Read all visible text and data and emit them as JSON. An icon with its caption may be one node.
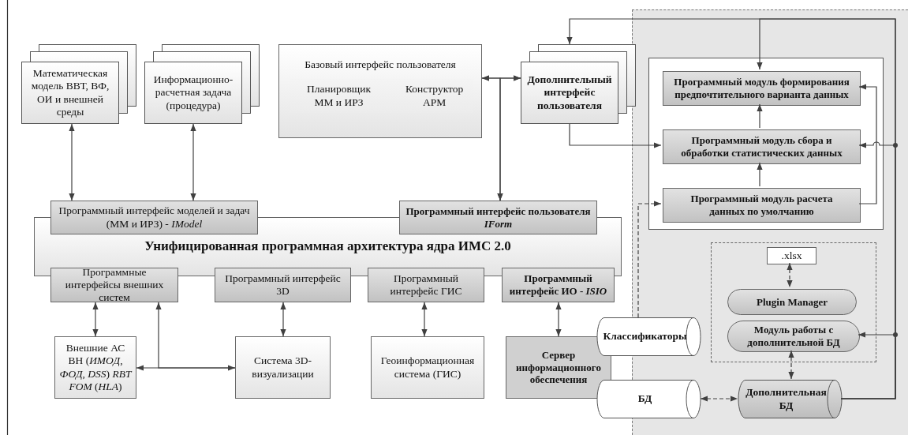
{
  "diagram": {
    "nodes": [
      {
        "text": [
          "Математическая модель ВВТ, ВФ, ОИ и внешней среды"
        ]
      },
      {
        "text": [
          "Информационно-расчетная задача (процедура)"
        ]
      },
      {
        "text": [
          "Базовый интерфейс пользователя",
          "Планировщик ММ и ИРЗ",
          "Конструктор АРМ"
        ]
      },
      {
        "text": [
          "Дополнительный интерфейс пользователя"
        ]
      },
      {
        "text": [],
        "shape": "box"
      },
      {
        "text": [],
        "shape": "box",
        "in": 4
      },
      {
        "text": [
          "Программный модуль формирования предпочтительного варианта данных"
        ],
        "in": 5
      },
      {
        "text": [
          "Программный модуль сбора и обработки статистических данных"
        ],
        "in": 5
      },
      {
        "text": [
          "Программный модуль расчета данных по умолчанию"
        ],
        "in": 5
      },
      {
        "text": [
          "Унифицированная программная архитектура ядра ИМС 2.0"
        ]
      },
      {
        "text": [
          "Программный интерфейс моделей и задач (ММ и ИРЗ) - *IModel*"
        ]
      },
      {
        "text": [
          "Программный интерфейс пользователя *IForm*"
        ]
      },
      {
        "text": [
          "Программные интерфейсы внешних систем"
        ]
      },
      {
        "text": [
          "Программный интерфейс 3D"
        ]
      },
      {
        "text": [
          "Программный интерфейс ГИС"
        ]
      },
      {
        "text": [
          "Программный интерфейс ИО - *ISIO*"
        ]
      },
      {
        "text": [
          "Внешние АС ВН (*ИМОД*, *ФОД*, *DSS*) *RBT FOM* (*HLA*)"
        ]
      },
      {
        "text": [
          "Система 3D-визуализации"
        ]
      },
      {
        "text": [
          "Геоинформационная система (ГИС)"
        ]
      },
      {
        "text": [
          "Сервер информационного обеспечения"
        ]
      },
      {
        "text": [
          "Классификаторы"
        ]
      },
      {
        "text": [
          "БД"
        ]
      },
      {
        "text": [],
        "shape": "box",
        "in": 4
      },
      {
        "text": [
          ".xlsx"
        ],
        "in": 22
      },
      {
        "text": [
          "Plugin Manager"
        ],
        "in": 22
      },
      {
        "text": [
          "Модуль работы с дополнительной БД"
        ],
        "in": 22
      },
      {
        "text": [
          "Дополнительная БД"
        ],
        "in": 4
      }
    ],
    "edges": [
      {
        "from": 0,
        "to": 10,
        "arrow": "both"
      },
      {
        "from": 1,
        "to": 10,
        "arrow": "both"
      },
      {
        "from": 2,
        "to": 3,
        "arrow": "both"
      },
      {
        "from": 2,
        "to": 11,
        "arrow": "both"
      },
      {
        "from": 3,
        "to": 11,
        "arrow": "both"
      },
      {
        "from": 3,
        "to": 7,
        "arrow": "to"
      },
      {
        "from": 26,
        "to": 3,
        "arrow": "to"
      },
      {
        "from": 26,
        "to": 6,
        "arrow": "to"
      },
      {
        "from": 26,
        "to": 7,
        "arrow": "to"
      },
      {
        "from": 26,
        "to": 25,
        "arrow": "to"
      },
      {
        "from": 7,
        "to": 6,
        "arrow": "to"
      },
      {
        "from": 8,
        "to": 7,
        "arrow": "to"
      },
      {
        "from": 8,
        "to": 6,
        "arrow": "to"
      },
      {
        "from": 20,
        "to": 8,
        "arrow": "to",
        "style": "dashed"
      },
      {
        "from": 12,
        "to": 16,
        "arrow": "both"
      },
      {
        "from": 16,
        "to": 17,
        "arrow": "both"
      },
      {
        "from": 17,
        "to": 12,
        "arrow": "to"
      },
      {
        "from": 13,
        "to": 17,
        "arrow": "both"
      },
      {
        "from": 14,
        "to": 18,
        "arrow": "both"
      },
      {
        "from": 15,
        "to": 19,
        "arrow": "both"
      },
      {
        "from": 23,
        "to": 24,
        "arrow": "both",
        "style": "dashed"
      },
      {
        "from": 25,
        "to": 26,
        "arrow": "both",
        "style": "dashed"
      },
      {
        "from": 21,
        "to": 26,
        "arrow": "both",
        "style": "dashed"
      }
    ]
  }
}
